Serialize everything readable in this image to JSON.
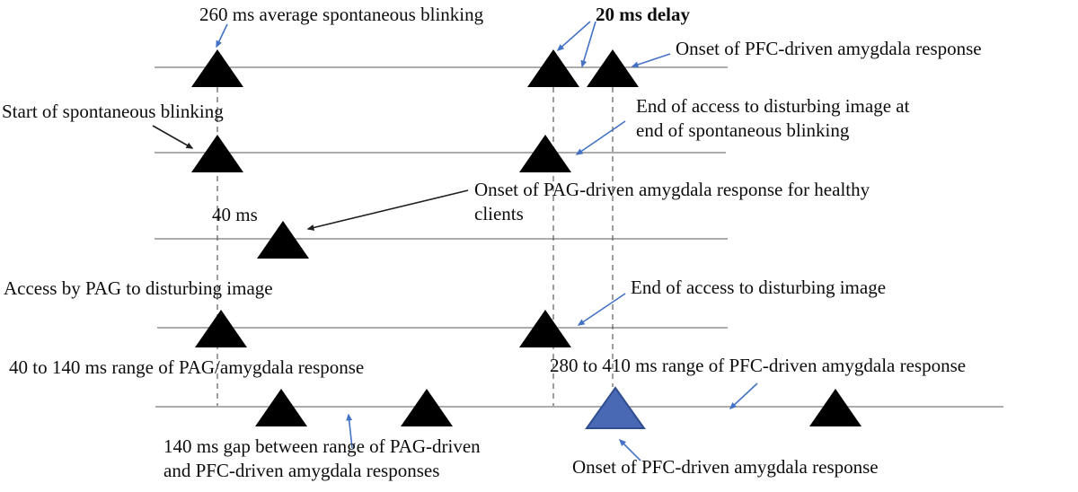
{
  "figure": {
    "type": "timeline-diagram",
    "description_visible": false
  },
  "colors": {
    "accent_arrow_blue": "#4472C4",
    "triangle_black": "#000000",
    "triangle_blue_fill": "#4a69b5",
    "triangle_blue_stroke": "#2f4d8f",
    "timeline_gray": "#7a7a7a",
    "dashed_line_gray": "#4d4d4d",
    "text_color": "#0d0d0d"
  },
  "labels": {
    "avg_blink": "260 ms average spontaneous blinking",
    "delay_20ms": "20 ms delay",
    "onset_pfc_top": "Onset of PFC-driven amygdala response",
    "start_blink": "Start of spontaneous blinking",
    "end_access_blink_l1": "End of access to disturbing image at",
    "end_access_blink_l2": "end of spontaneous blinking",
    "onset_pag_l1": "Onset of PAG-driven amygdala response for healthy",
    "onset_pag_l2": "clients",
    "ms40": "40 ms",
    "access_pag": "Access by PAG to disturbing image",
    "end_access": "End of access to disturbing image",
    "range_pag": "40 to 140 ms range of PAG/amygdala response",
    "range_pfc": "280 to 410 ms range of PFC-driven amygdala response",
    "gap_l1": "140 ms gap between range of PAG-driven",
    "gap_l2": "and PFC-driven amygdala responses",
    "onset_pfc_bottom": "Onset of PFC-driven amygdala response"
  },
  "diagram": {
    "timelines": [
      {
        "row": 1,
        "markers": [
          "black",
          "black",
          "black"
        ]
      },
      {
        "row": 2,
        "markers": [
          "black",
          "black"
        ]
      },
      {
        "row": 3,
        "markers": [
          "black"
        ]
      },
      {
        "row": 4,
        "markers": [
          "black",
          "black"
        ]
      },
      {
        "row": 5,
        "markers": [
          "black",
          "black",
          "blue",
          "black"
        ]
      }
    ],
    "dashed_guides": 3
  }
}
